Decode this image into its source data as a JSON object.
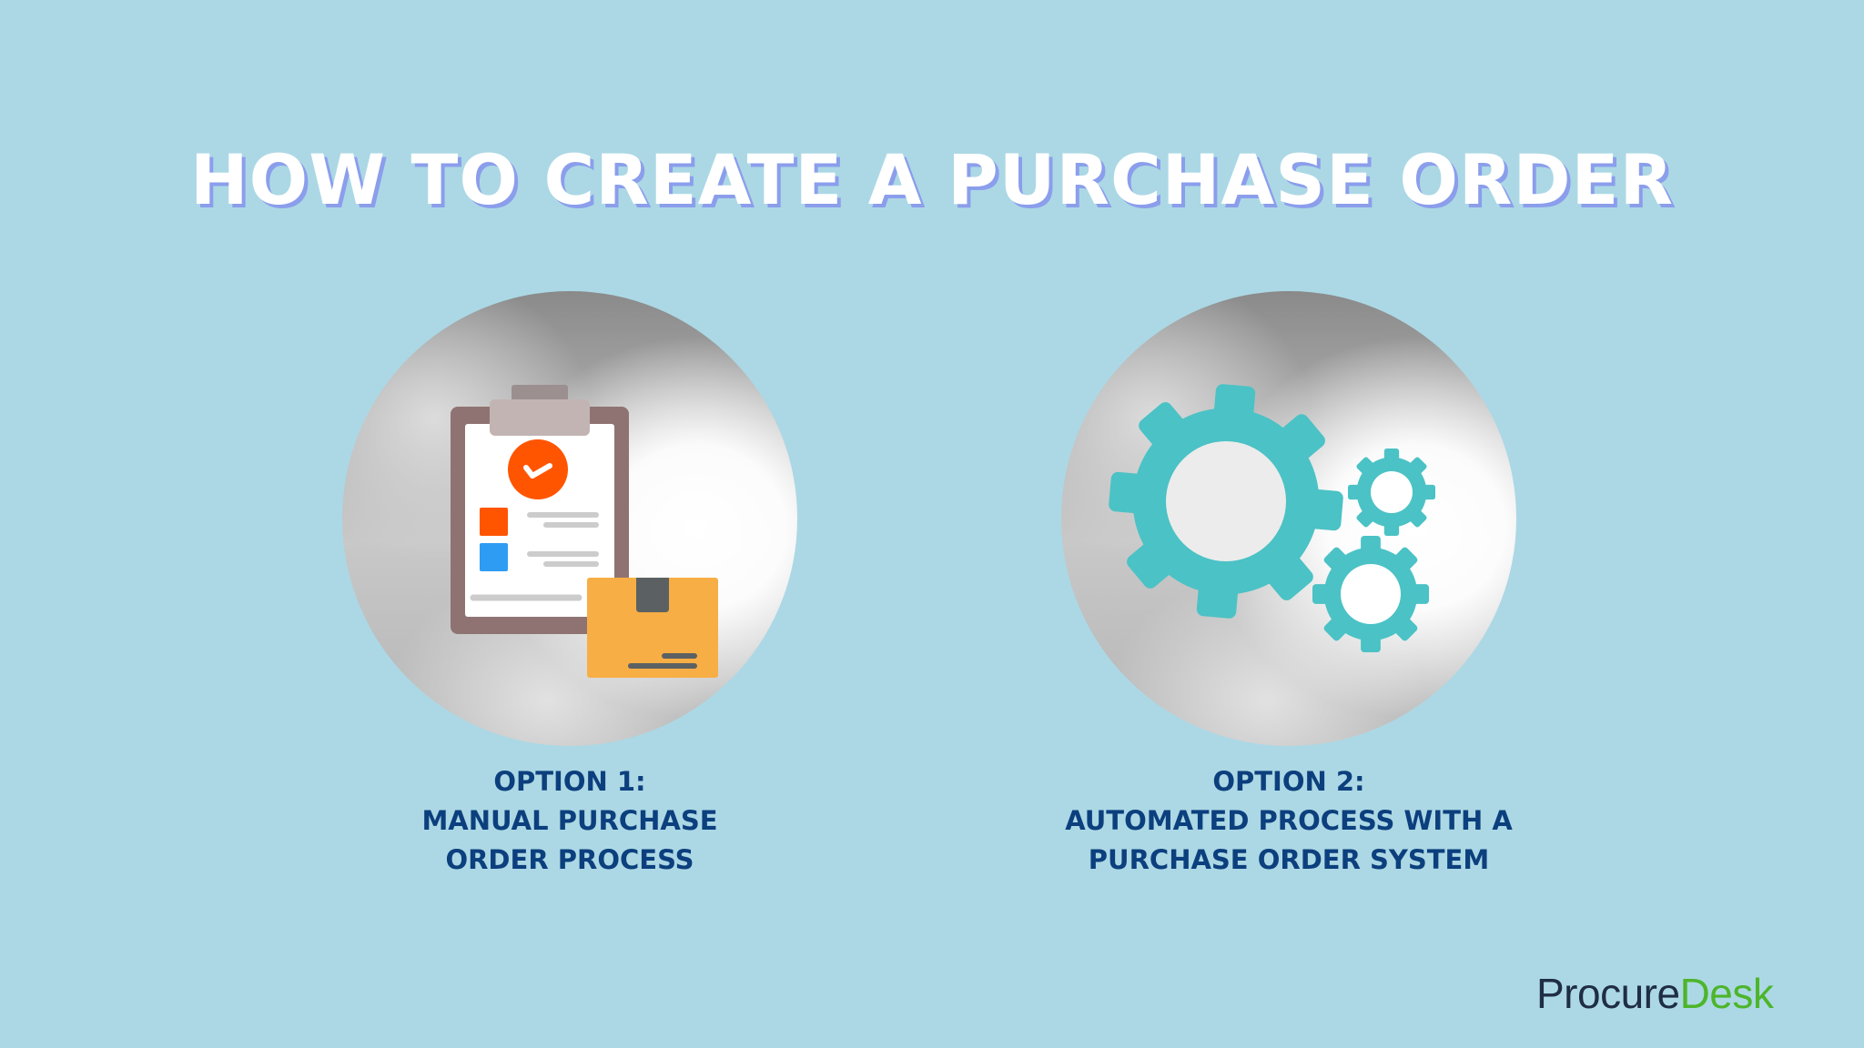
{
  "title": "HOW TO CREATE A PURCHASE ORDER",
  "colors": {
    "background": "#acd8e5",
    "title_text": "#ffffff",
    "title_shadow": "#8b9eec",
    "caption_text": "#0c3f7d",
    "gear_teal": "#4bc2c5",
    "check_orange": "#ff5500",
    "square_blue": "#2f9cf4",
    "box_orange": "#f7ae45",
    "clipboard_brown": "#8f7372",
    "logo_dark": "#1f2d45",
    "logo_green": "#4db52a"
  },
  "options": [
    {
      "icon": "clipboard-checklist-with-box-icon",
      "lines": [
        "OPTION 1:",
        "MANUAL PURCHASE",
        "ORDER PROCESS"
      ]
    },
    {
      "icon": "gears-icon",
      "lines": [
        "OPTION 2:",
        "AUTOMATED PROCESS WITH A",
        "PURCHASE ORDER SYSTEM"
      ]
    }
  ],
  "logo": {
    "part1": "Procure",
    "part2": "Desk"
  }
}
